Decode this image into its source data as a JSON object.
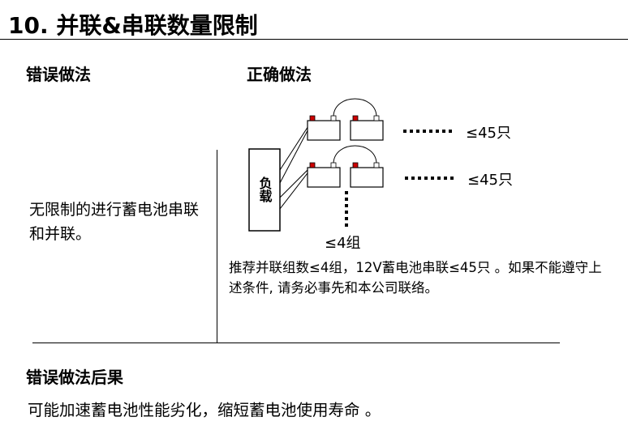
{
  "title": "10. 并联&串联数量限制",
  "wrong_method": {
    "heading": "错误做法",
    "description": "无限制的进行蓄电池串联和并联。"
  },
  "correct_method": {
    "heading": "正确做法",
    "load_label": "负载",
    "series_limit_1": "≤45只",
    "series_limit_2": "≤45只",
    "parallel_limit": "≤4组",
    "recommendation": "推荐并联组数≤4组，12V蓄电池串联≤45只 。如果不能遵守上述条件, 请务必事先和本公司联络。"
  },
  "consequence": {
    "heading": "错误做法后果",
    "description": "可能加速蓄电池性能劣化，缩短蓄电池使用寿命 。"
  },
  "colors": {
    "terminal_positive": "#cc0000",
    "line": "#000000"
  }
}
